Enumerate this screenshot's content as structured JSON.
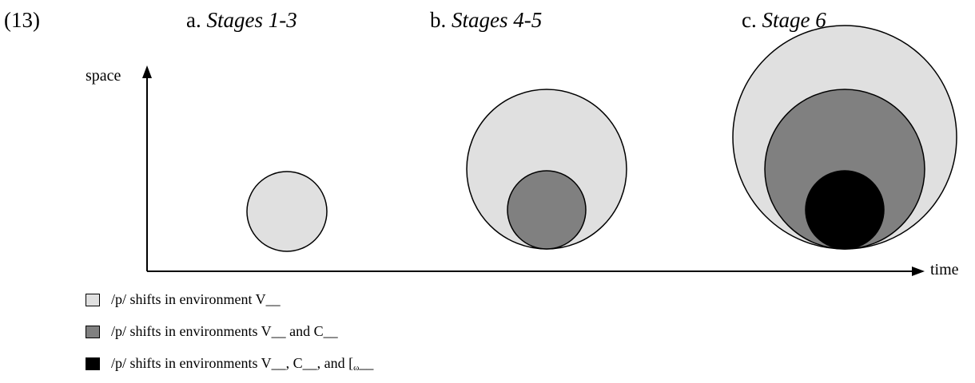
{
  "example_number": "(13)",
  "stages": [
    {
      "letter": "a.",
      "name": "Stages 1-3"
    },
    {
      "letter": "b.",
      "name": "Stages 4-5"
    },
    {
      "letter": "c.",
      "name": "Stage 6"
    }
  ],
  "axes": {
    "y_label": "space",
    "x_label": "time"
  },
  "colors": {
    "light": "#e0e0e0",
    "medium": "#808080",
    "dark": "#000000"
  },
  "legend": [
    {
      "text_before": "/p/ shifts in environment V__",
      "subscript": "",
      "text_after": "",
      "color_key": "light"
    },
    {
      "text_before": "/p/ shifts in environments V__ and C__",
      "subscript": "",
      "text_after": "",
      "color_key": "medium"
    },
    {
      "text_before": "/p/ shifts in environments V__, C__, and [",
      "subscript": "ω",
      "text_after": "__",
      "color_key": "dark"
    }
  ]
}
